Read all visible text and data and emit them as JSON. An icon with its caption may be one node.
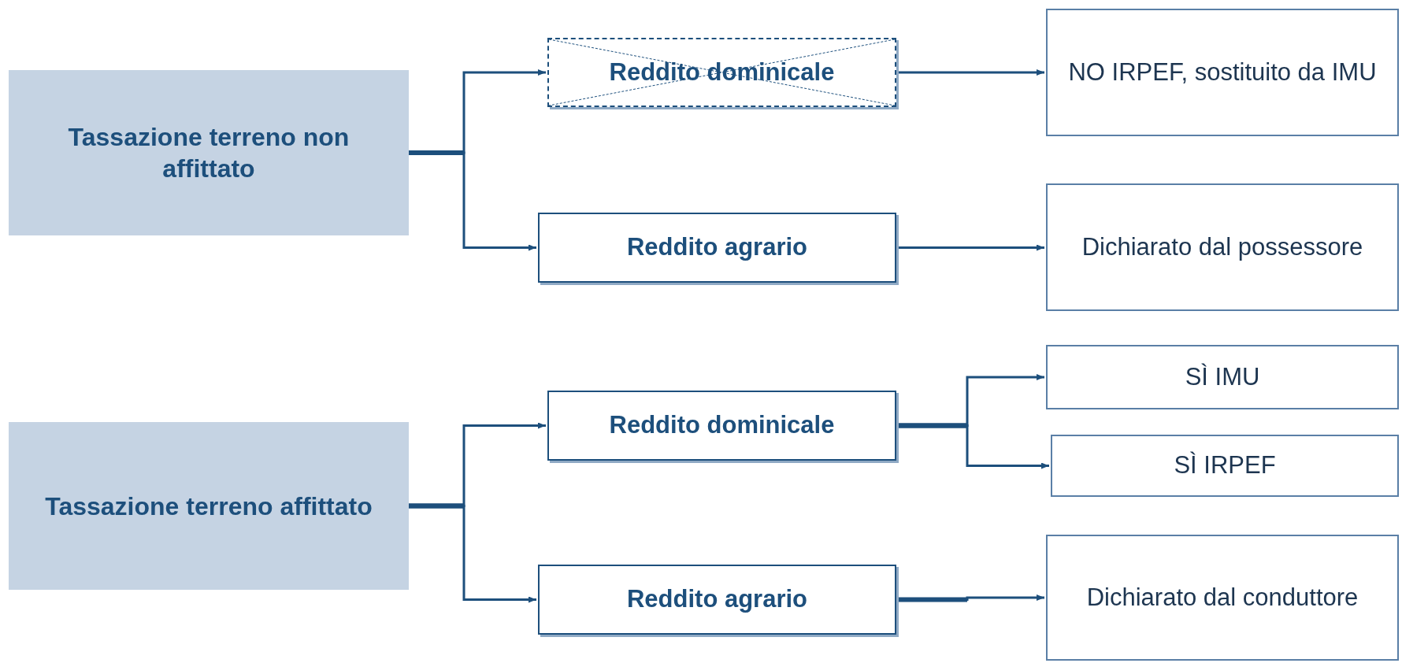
{
  "diagram": {
    "nodes": [
      {
        "text": [
          "Tassazione terreno non affittato"
        ]
      },
      {
        "text": [
          "Reddito dominicale"
        ]
      },
      {
        "text": [
          "NO IRPEF, sostituito da IMU"
        ]
      },
      {
        "text": [
          "Reddito agrario"
        ]
      },
      {
        "text": [
          "Dichiarato dal possessore"
        ]
      },
      {
        "text": [
          "Tassazione terreno affittato"
        ]
      },
      {
        "text": [
          "Reddito dominicale"
        ]
      },
      {
        "text": [
          "SÌ IMU"
        ]
      },
      {
        "text": [
          "SÌ IRPEF"
        ]
      },
      {
        "text": [
          "Reddito agrario"
        ]
      },
      {
        "text": [
          "Dichiarato dal conduttore"
        ]
      }
    ],
    "edges": [
      {
        "from": 0,
        "to": 1,
        "arrow": "to"
      },
      {
        "from": 0,
        "to": 3,
        "arrow": "to"
      },
      {
        "from": 1,
        "to": 2,
        "arrow": "to"
      },
      {
        "from": 3,
        "to": 4,
        "arrow": "to"
      },
      {
        "from": 5,
        "to": 6,
        "arrow": "to"
      },
      {
        "from": 5,
        "to": 9,
        "arrow": "to"
      },
      {
        "from": 6,
        "to": 7,
        "arrow": "to"
      },
      {
        "from": 6,
        "to": 8,
        "arrow": "to"
      },
      {
        "from": 9,
        "to": 10,
        "arrow": "to"
      }
    ]
  }
}
